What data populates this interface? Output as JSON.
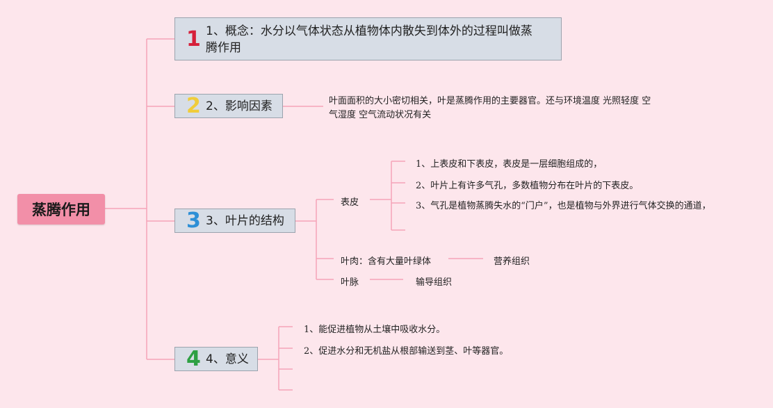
{
  "root": {
    "label": "蒸腾作用"
  },
  "branches": [
    {
      "number": "1",
      "number_color": "#d6203a",
      "label": "1、概念：水分以气体状态从植物体内散失到体外的过程叫做蒸",
      "label_line2": "腾作用"
    },
    {
      "number": "2",
      "number_color": "#f0cc3a",
      "label": "2、影响因素",
      "detail_line1": "叶面面积的大小密切相关，叶是蒸腾作用的主要器官。还与环境温度 光照轻度 空",
      "detail_line2": "气湿度 空气流动状况有关"
    },
    {
      "number": "3",
      "number_color": "#2d8fd6",
      "label": "3、叶片的结构",
      "children": {
        "biaopi": {
          "label": "表皮",
          "items": [
            "1、上表皮和下表皮，表皮是一层细胞组成的，",
            "2、叶片上有许多气孔，多数植物分布在叶片的下表皮。",
            "3、气孔是植物蒸腾失水的“门户”，也是植物与外界进行气体交换的通道，"
          ]
        },
        "yerou": {
          "label": "叶肉：含有大量叶绿体",
          "sub": "营养组织"
        },
        "yemai": {
          "label": "叶脉",
          "sub": "输导组织"
        }
      }
    },
    {
      "number": "4",
      "number_color": "#2ea043",
      "label": "4、意义",
      "items": [
        "1、能促进植物从土壤中吸收水分。",
        "2、促进水分和无机盐从根部输送到茎、叶等器官。"
      ]
    }
  ],
  "colors": {
    "line": "#f5a3b8",
    "background": "#fde6ec",
    "root_fill": "#f28fa8",
    "box_fill": "#d7dde6"
  }
}
